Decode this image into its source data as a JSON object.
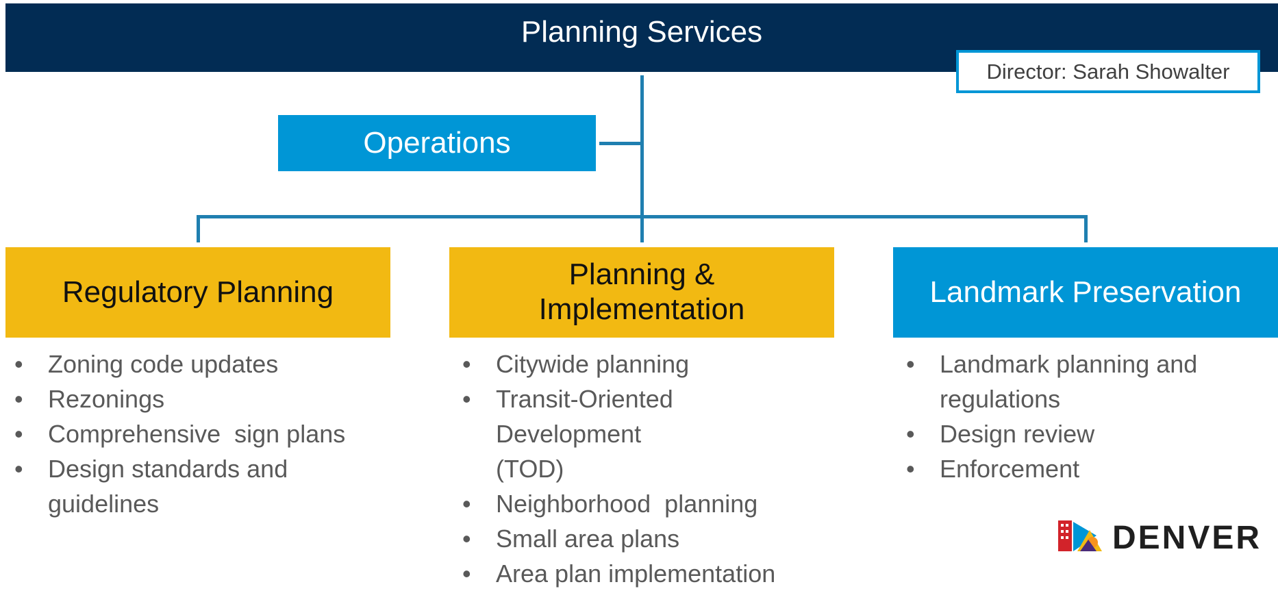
{
  "header": {
    "title": "Planning Services",
    "director": "Director: Sarah Showalter"
  },
  "operations": {
    "label": "Operations"
  },
  "divisions": [
    {
      "title": "Regulatory Planning",
      "color": "#f2b912",
      "items": [
        "Zoning code updates",
        "Rezonings",
        "Comprehensive  sign plans",
        "Design standards and guidelines"
      ]
    },
    {
      "title_line1": "Planning &",
      "title_line2": "Implementation",
      "color": "#f2b912",
      "items": [
        "Citywide planning",
        "Transit-Oriented Development  (TOD)",
        "Neighborhood  planning",
        "Small area plans",
        "Area plan implementation"
      ]
    },
    {
      "title": "Landmark Preservation",
      "color": "#0096d6",
      "items": [
        "Landmark planning and regulations",
        "Design review",
        "Enforcement"
      ]
    }
  ],
  "logo": {
    "text": "DENVER",
    "icon": "denver-city-logo-icon"
  },
  "colors": {
    "navy": "#022c54",
    "blue": "#0096d6",
    "gold": "#f2b912",
    "connector": "#1f7fb0"
  }
}
